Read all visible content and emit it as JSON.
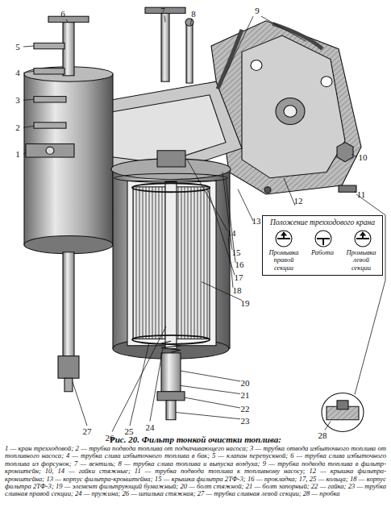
{
  "diagram": {
    "title": "Рис. 20. Фильтр тонкой очистки топлива:",
    "caption": "1 — кран трехходовой; 2 — трубка подвода топлива от подкачивающего насоса; 3 — трубка отвода избыточного топлива от топливного насоса; 4 — трубка слива избыточного топлива в бак; 5 — клапан перепускной; 6 — трубка слива избыточного топлива из форсунок; 7 — вентиль; 8 — трубка слива топлива и выпуска воздуха; 9 — трубка подвода топлива в фильтр-кронштейн; 10, 14 — гайки стяжные; 11 — трубка подвода топлива к топливному насосу; 12 — крышка фильтра-кронштейна; 13 — корпус фильтра-кронштейна; 15 — крышка фильтра 2ТФ-3; 16 — прокладка; 17, 25 — кольца; 18 — корпус фильтра 2ТФ-3; 19 — элемент фильтрующий бумажный; 20 — болт стяжной; 21 — болт запорный; 22 — гайка; 23 — трубка сливная правой секции; 24 — пружина; 26 — шпилька стяжная; 27 — трубка сливная левой секции; 28 — пробка",
    "nodes": [
      {
        "text": [
          "Положение трехходового крана",
          "Промывка правой секции",
          "Работа",
          "Промывка левой секции"
        ]
      }
    ],
    "labels": [
      "1",
      "2",
      "3",
      "4",
      "5",
      "6",
      "7",
      "8",
      "9",
      "10",
      "11",
      "12",
      "13",
      "14",
      "15",
      "16",
      "17",
      "18",
      "19",
      "20",
      "21",
      "22",
      "23",
      "24",
      "25",
      "26",
      "27",
      "28"
    ]
  }
}
